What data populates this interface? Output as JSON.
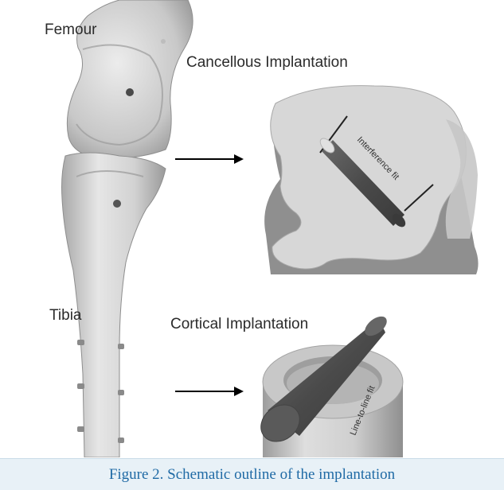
{
  "labels": {
    "femur": "Femour",
    "tibia": "Tibia",
    "cancellous": "Cancellous Implantation",
    "cortical": "Cortical Implantation",
    "interference_fit": "Interference fit",
    "line_to_line_fit": "Line-to-line fit"
  },
  "caption": "Figure 2. Schematic outline of the implantation",
  "colors": {
    "bone_light": "#e3e3e3",
    "bone_shade": "#a9a9a9",
    "implant": "#555555",
    "caption_text": "#1f6aa5",
    "caption_bg": "#e8f1f7"
  }
}
